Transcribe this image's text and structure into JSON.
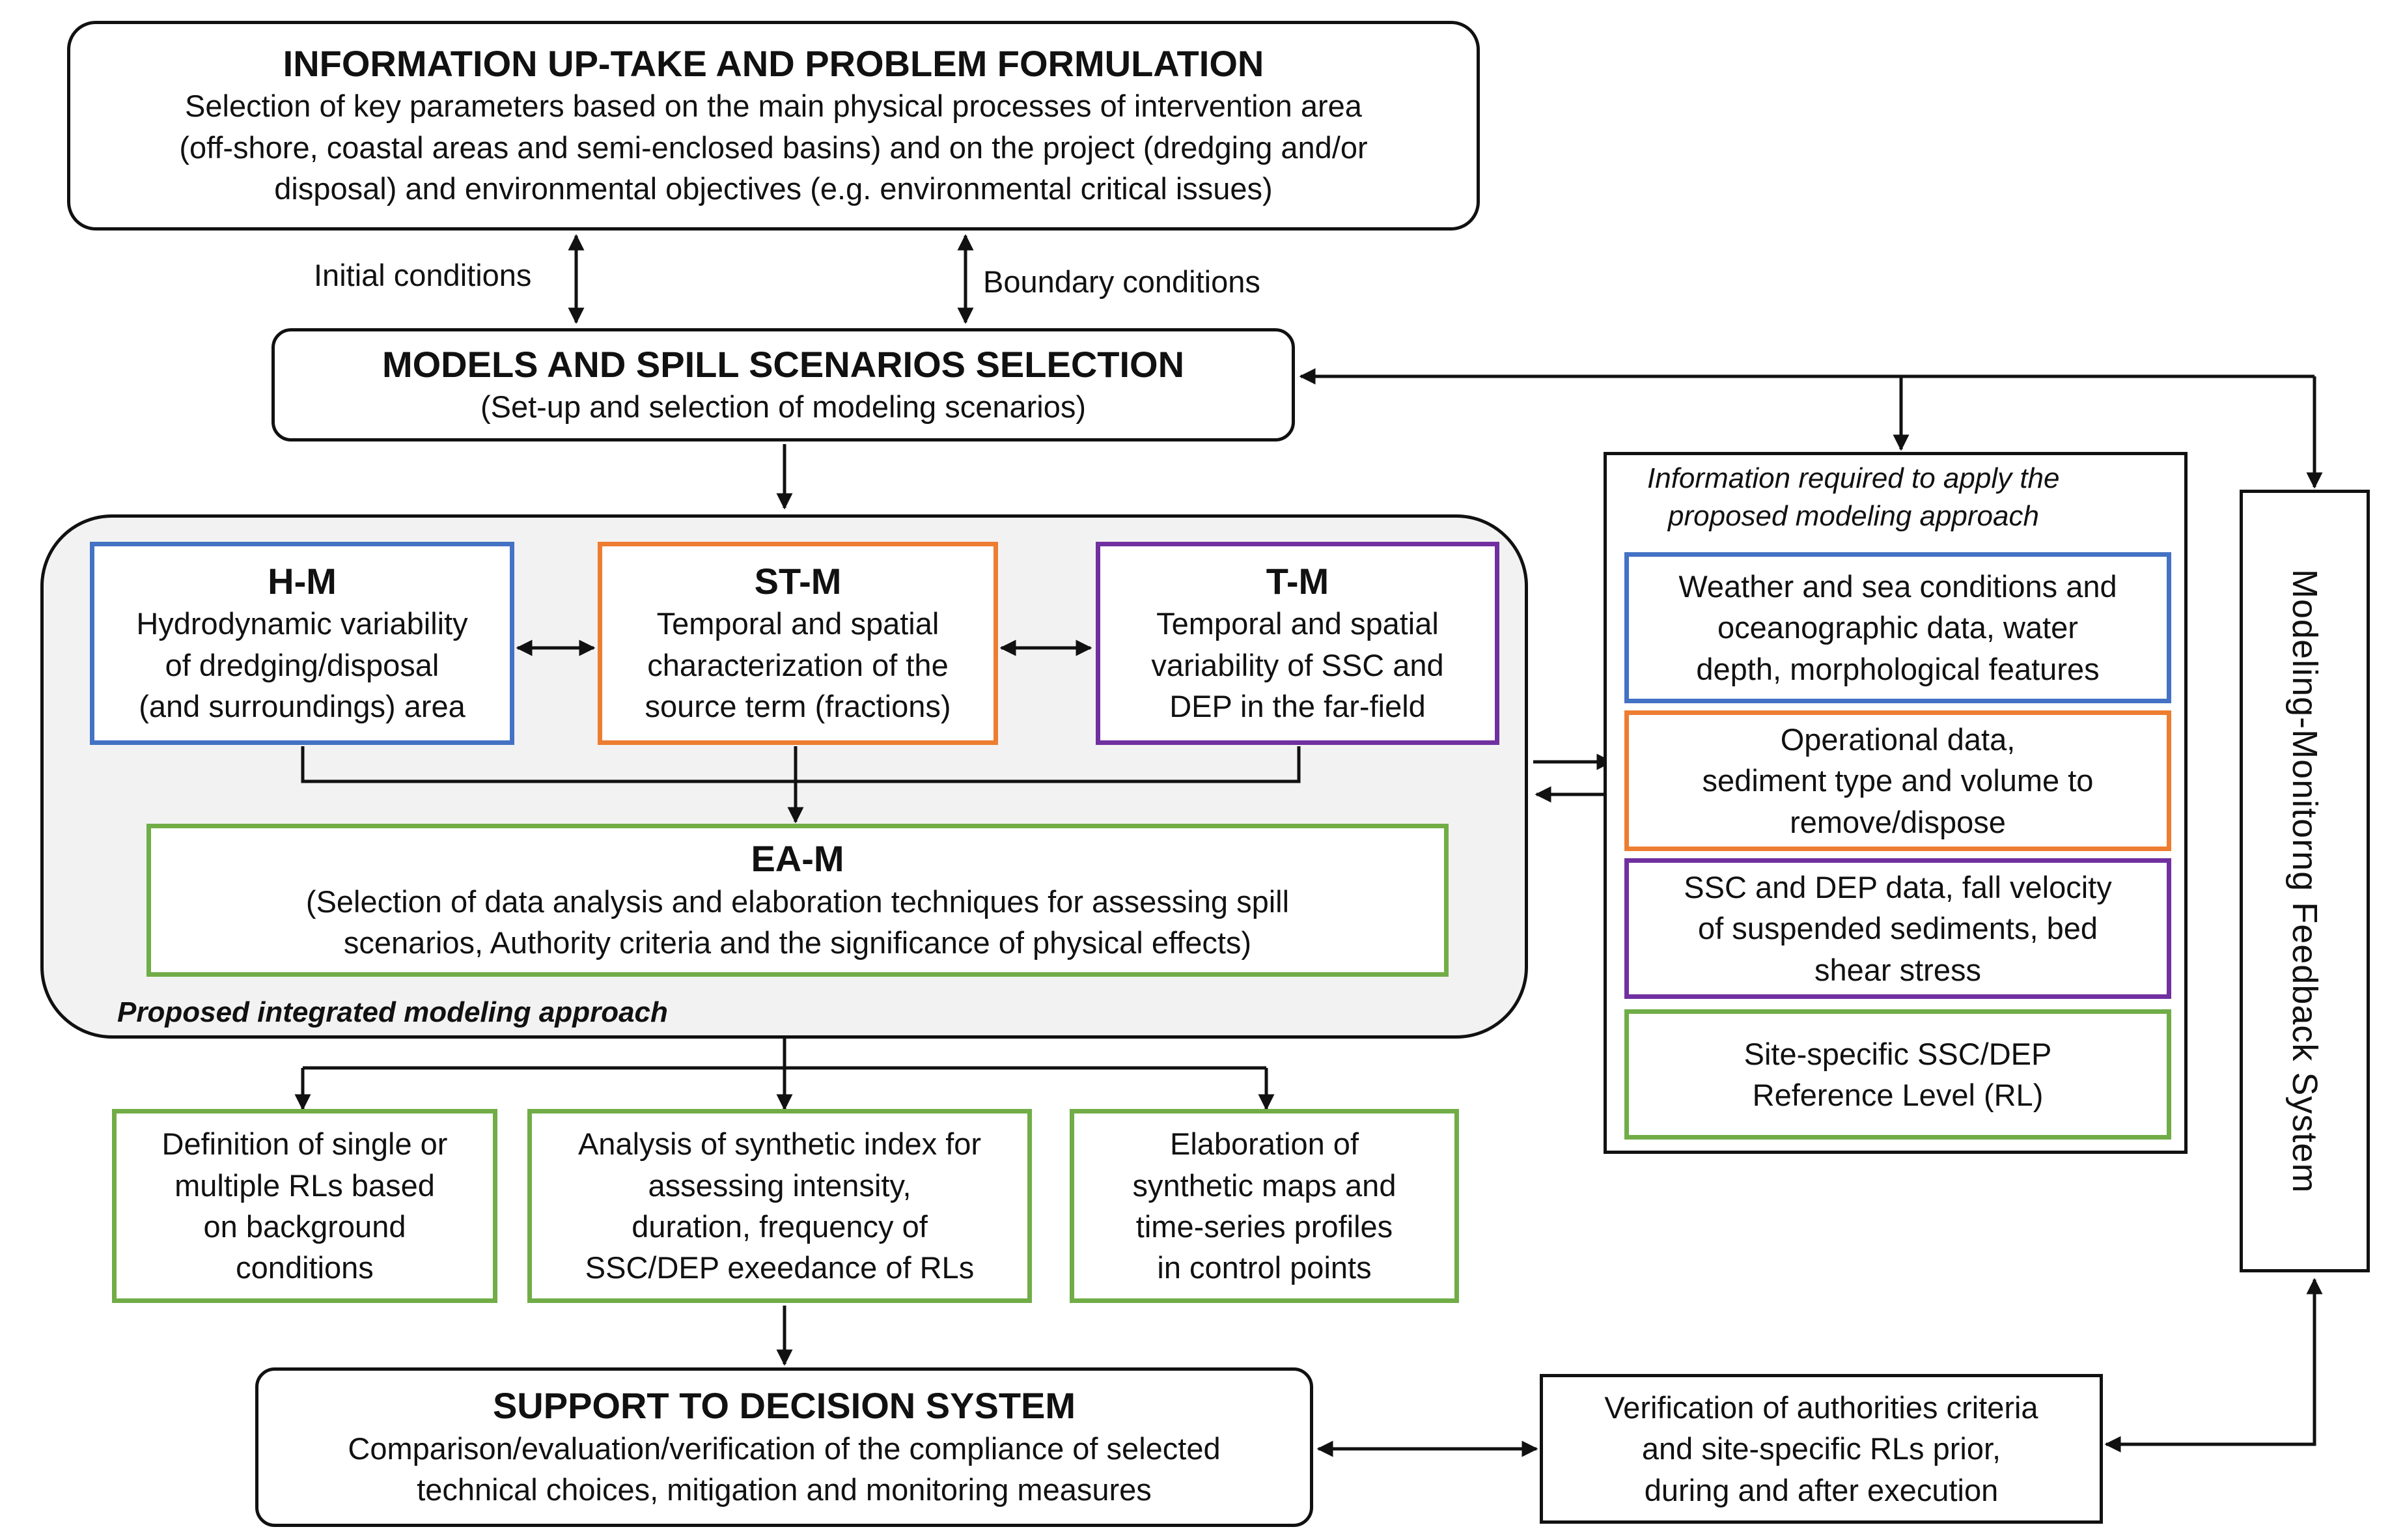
{
  "top": {
    "title": "INFORMATION UP-TAKE AND PROBLEM FORMULATION",
    "line1": "Selection of key parameters based on the main physical processes of intervention area",
    "line2": "(off-shore, coastal areas and semi-enclosed basins) and on the project (dredging and/or",
    "line3": "disposal) and environmental objectives (e.g. environmental critical issues)"
  },
  "labels": {
    "initial": "Initial conditions",
    "boundary": "Boundary conditions"
  },
  "models": {
    "title": "MODELS AND SPILL SCENARIOS SELECTION",
    "subtitle": "(Set-up and selection of modeling scenarios)"
  },
  "integrated": {
    "caption": "Proposed integrated modeling approach",
    "hm": {
      "title": "H-M",
      "line1": "Hydrodynamic variability",
      "line2": "of dredging/disposal",
      "line3": "(and surroundings) area"
    },
    "stm": {
      "title": "ST-M",
      "line1": "Temporal and spatial",
      "line2": "characterization of the",
      "line3": "source term (fractions)"
    },
    "tm": {
      "title": "T-M",
      "line1": "Temporal and spatial",
      "line2": "variability of SSC and",
      "line3": "DEP in the far-field"
    },
    "eam": {
      "title": "EA-M",
      "line1": "(Selection of data analysis and elaboration techniques for assessing spill",
      "line2": "scenarios, Authority criteria and the significance of physical effects)"
    }
  },
  "info": {
    "header1": "Information required to apply the",
    "header2": "proposed modeling approach",
    "weather": {
      "line1": "Weather and sea conditions and",
      "line2": "oceanographic data, water",
      "line3": "depth, morphological features"
    },
    "operational": {
      "line1": "Operational data,",
      "line2": "sediment type and volume to",
      "line3": "remove/dispose"
    },
    "ssc": {
      "line1": "SSC and  DEP data, fall velocity",
      "line2": "of suspended sediments, bed",
      "line3": "shear stress"
    },
    "site": {
      "line1": "Site-specific SSC/DEP",
      "line2": "Reference Level (RL)"
    }
  },
  "feedback": "Modeling-Monitorng Feedback System",
  "outputs": {
    "rl": {
      "line1": "Definition of single or",
      "line2": "multiple RLs based",
      "line3": "on background",
      "line4": "conditions"
    },
    "index": {
      "line1": "Analysis of synthetic index for",
      "line2": "assessing intensity,",
      "line3": "duration, frequency of",
      "line4": "SSC/DEP exeedance of RLs"
    },
    "maps": {
      "line1": "Elaboration of",
      "line2": "synthetic maps  and",
      "line3": "time-series profiles",
      "line4": "in control points"
    }
  },
  "support": {
    "title": "SUPPORT TO DECISION SYSTEM",
    "line1": "Comparison/evaluation/verification of the compliance of selected",
    "line2": "technical choices, mitigation and monitoring measures"
  },
  "verification": {
    "line1": "Verification of authorities criteria",
    "line2": "and site-specific RLs prior,",
    "line3": "during and after execution"
  },
  "colors": {
    "blue": "#4472c4",
    "orange": "#ed7d31",
    "purple": "#7030a0",
    "green": "#70ad47",
    "panel": "#f2f2f2"
  }
}
